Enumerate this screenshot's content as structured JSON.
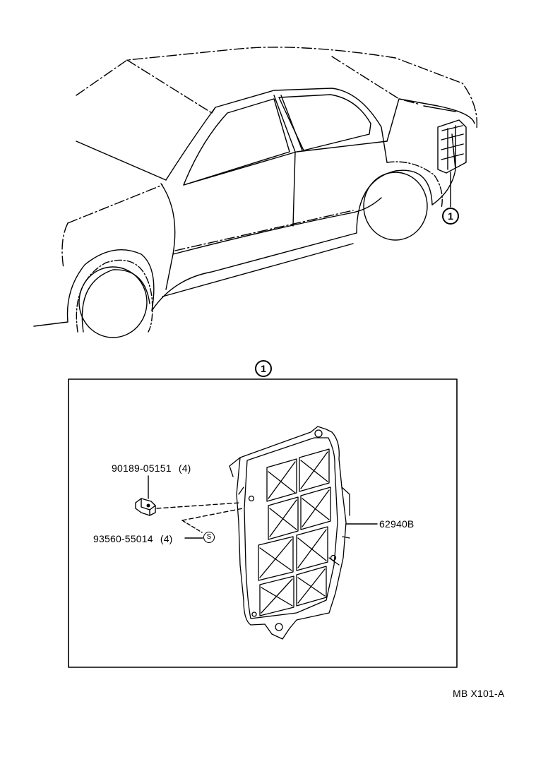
{
  "callouts": {
    "car_ref": "1",
    "detail_ref": "1"
  },
  "parts": [
    {
      "number": "90189-05151",
      "qty": "(4)"
    },
    {
      "number": "93560-55014",
      "qty": "(4)",
      "symbol": "S"
    },
    {
      "number": "62940B"
    }
  ],
  "diagram_code": "MB X101-A"
}
